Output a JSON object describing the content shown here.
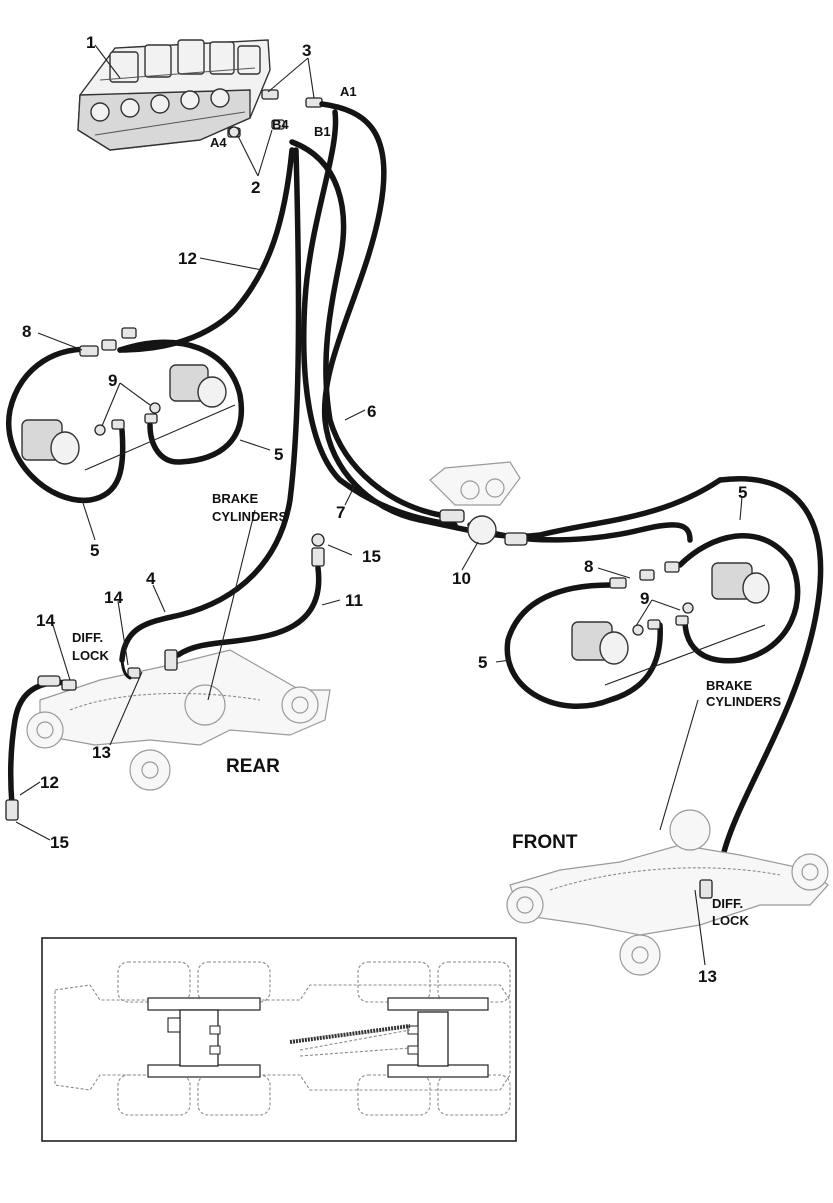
{
  "labels": {
    "n1": "1",
    "n2": "2",
    "n3": "3",
    "a1": "A1",
    "b1": "B1",
    "b4": "B4",
    "a4": "A4",
    "n12_top": "12",
    "n8_left": "8",
    "n9_left": "9",
    "n5_left_right": "5",
    "n5_left_bottom": "5",
    "n6": "6",
    "n7": "7",
    "brake_left_1": "BRAKE",
    "brake_left_2": "CYLINDERS",
    "n15_mid": "15",
    "n10": "10",
    "n5_right_top": "5",
    "n8_right": "8",
    "n9_right": "9",
    "n5_right_left": "5",
    "n4": "4",
    "n11": "11",
    "n14_a": "14",
    "n14_b": "14",
    "diff_lock_left_1": "DIFF.",
    "diff_lock_left_2": "LOCK",
    "n13_left": "13",
    "rear": "REAR",
    "n12_bottom": "12",
    "n15_bottom": "15",
    "brake_right_1": "BRAKE",
    "brake_right_2": "CYLINDERS",
    "front": "FRONT",
    "diff_lock_right_1": "DIFF.",
    "diff_lock_right_2": "LOCK",
    "n13_right": "13"
  }
}
